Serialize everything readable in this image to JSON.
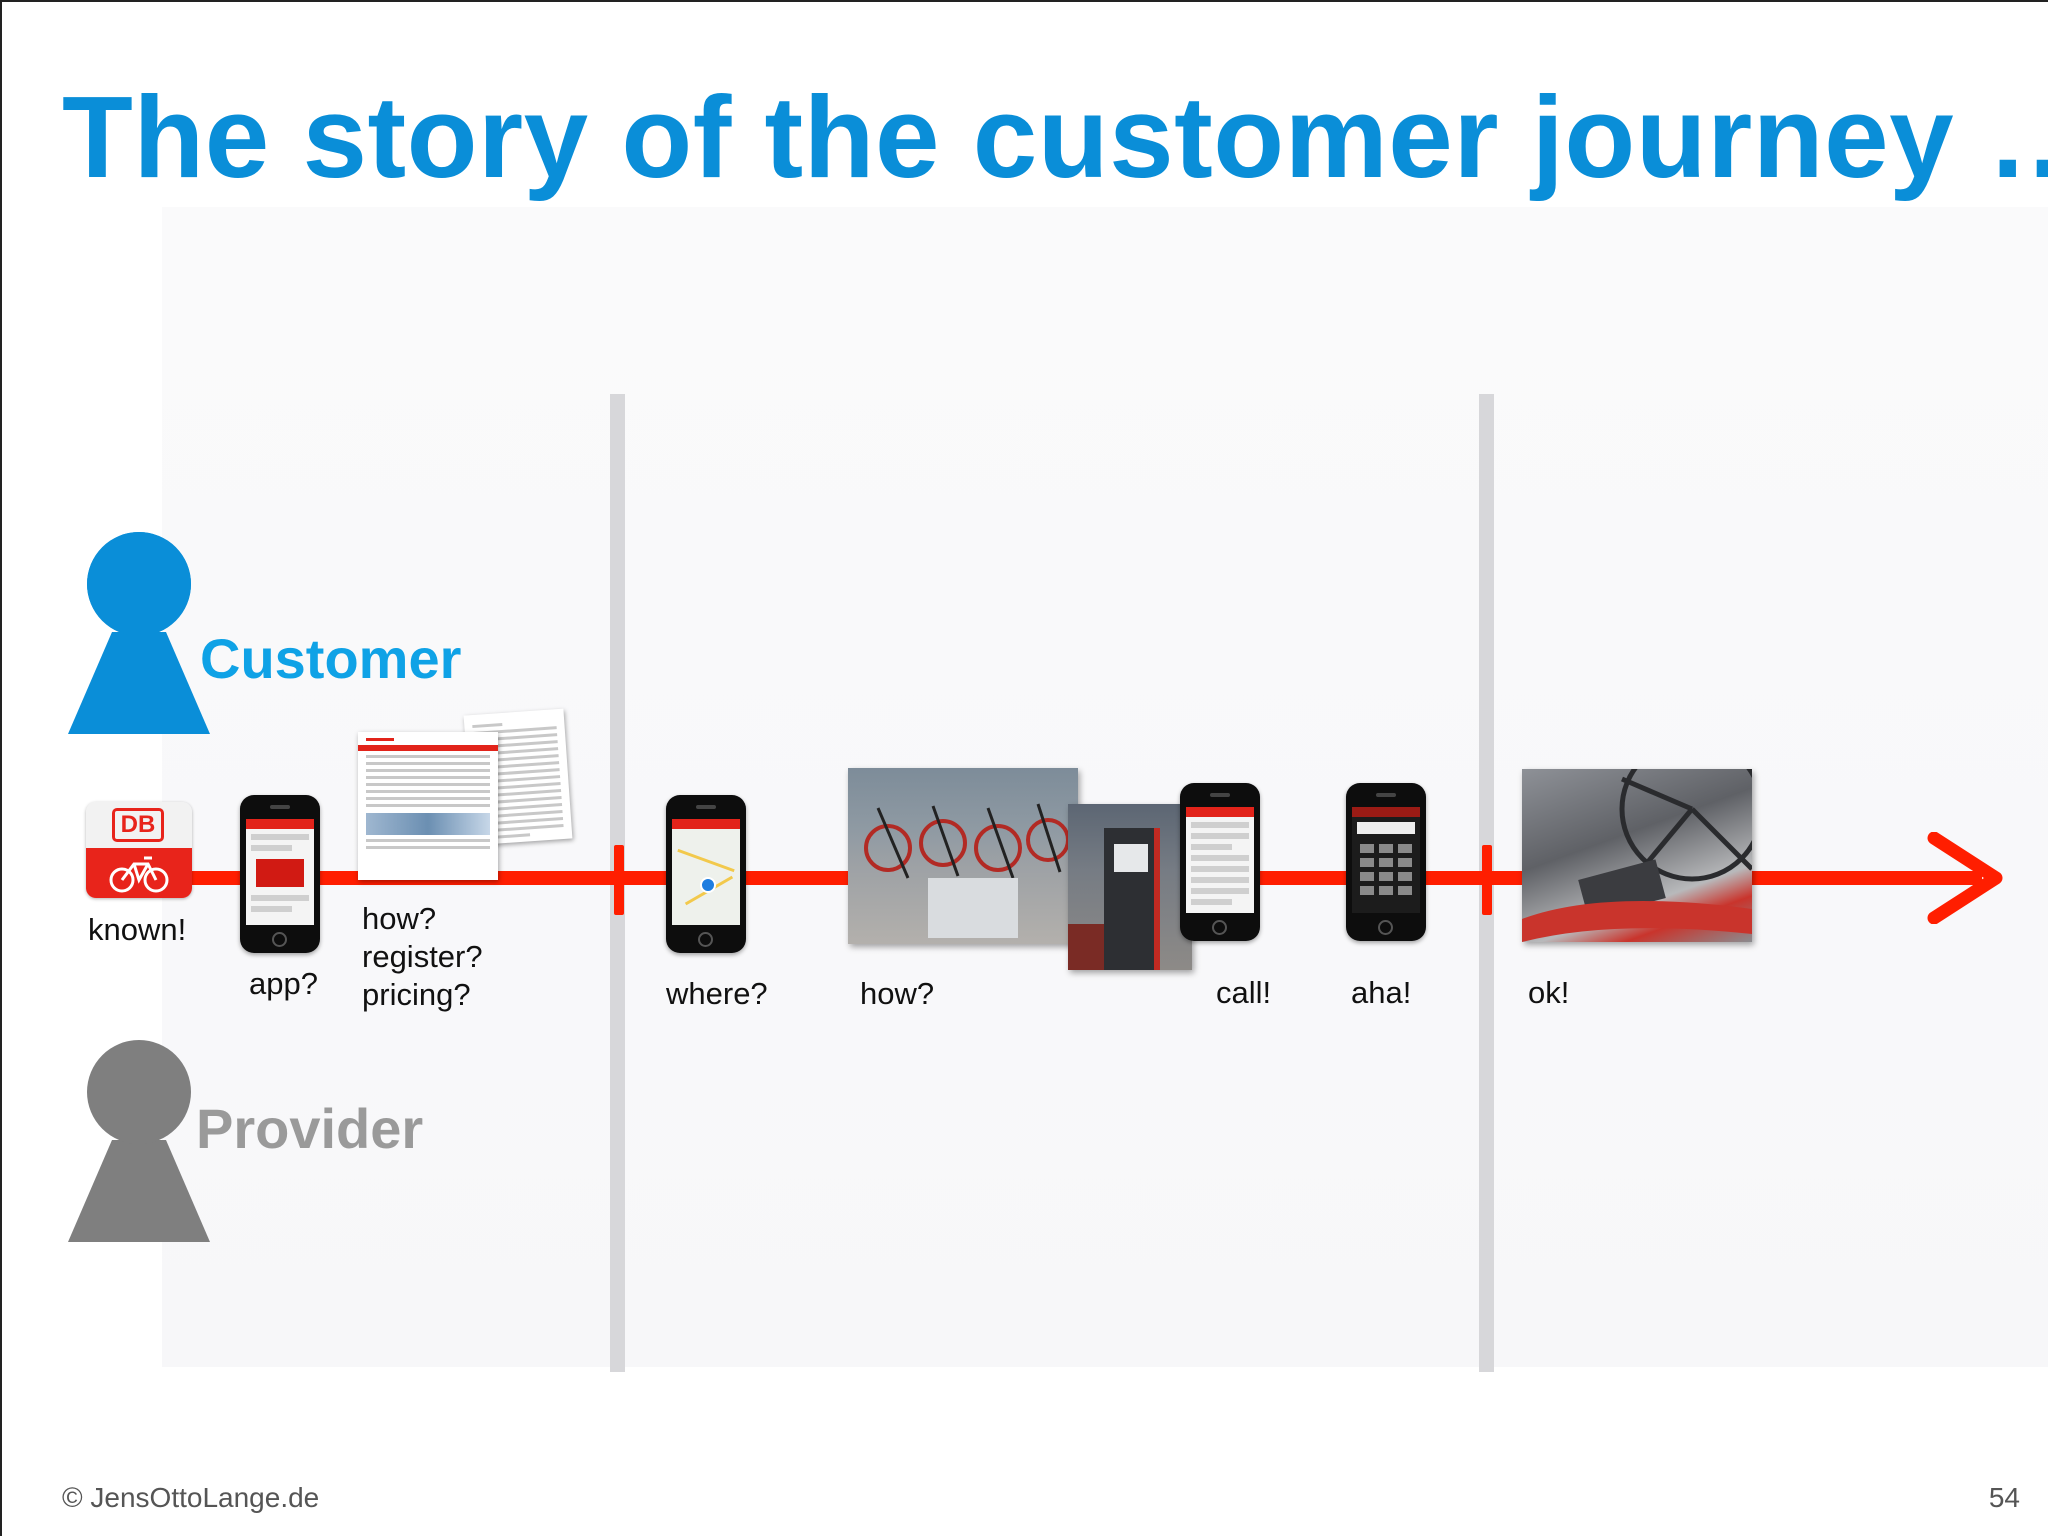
{
  "slide": {
    "title": "The story of the customer journey …",
    "number": "54",
    "copyright": "© JensOttoLange.de"
  },
  "roles": {
    "customer": {
      "label": "Customer",
      "color": "#0fa2e6",
      "icon": "person-icon"
    },
    "provider": {
      "label": "Provider",
      "color": "#9a9a9a",
      "icon": "person-icon"
    }
  },
  "timeline": {
    "color": "#ff1e00",
    "db_logo_text": "DB",
    "steps": [
      {
        "id": "known",
        "label": "known!"
      },
      {
        "id": "app",
        "label": "app?"
      },
      {
        "id": "info",
        "lines": [
          "how?",
          "register?",
          "pricing?"
        ]
      },
      {
        "id": "where",
        "label": "where?"
      },
      {
        "id": "how",
        "label": "how?"
      },
      {
        "id": "call",
        "label": "call!"
      },
      {
        "id": "aha",
        "label": "aha!"
      },
      {
        "id": "ok",
        "label": "ok!"
      }
    ]
  },
  "colors": {
    "title": "#0a8ed8",
    "divider": "#d7d7da",
    "db_red": "#e8241b"
  }
}
